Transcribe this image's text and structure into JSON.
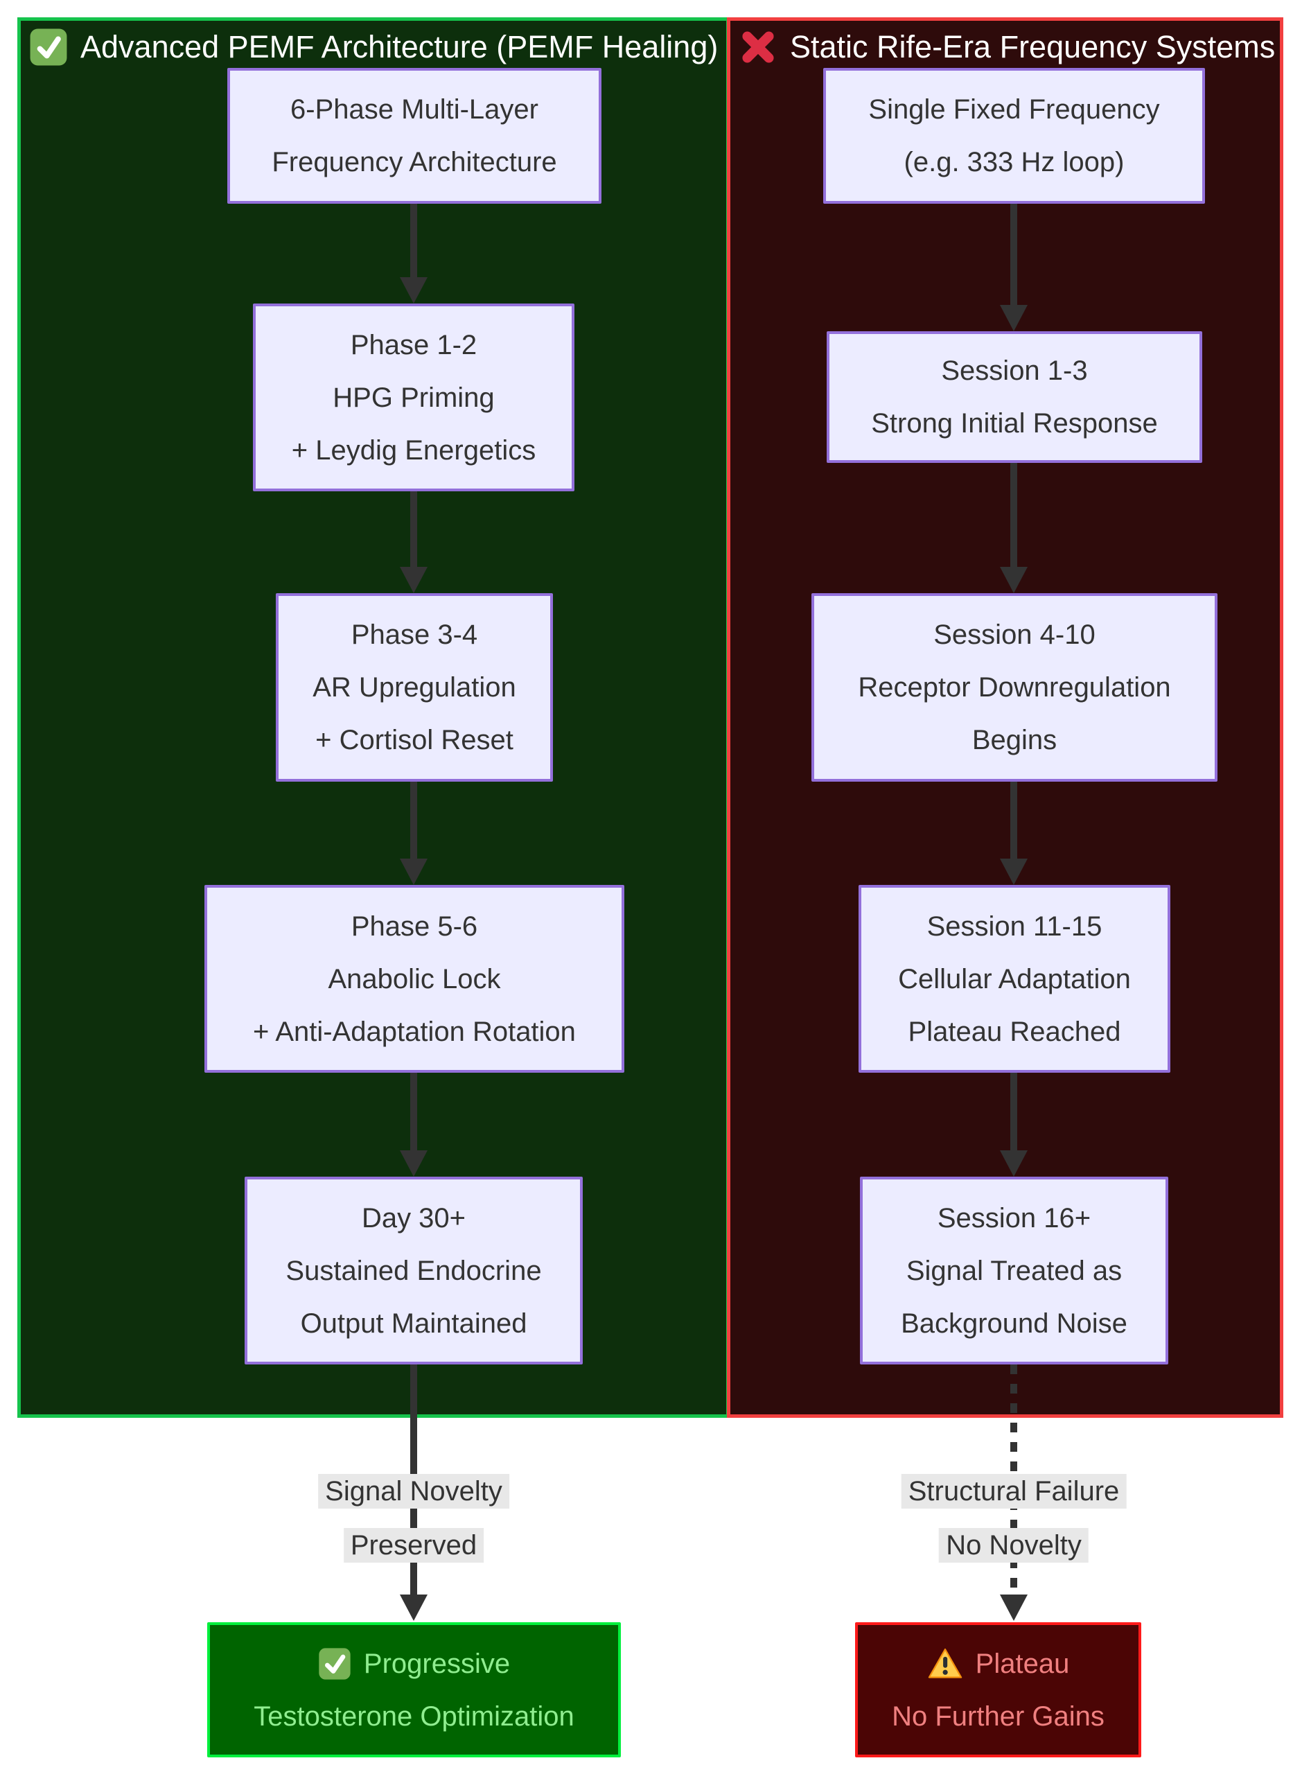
{
  "panels": {
    "left": {
      "title": "Advanced PEMF Architecture (PEMF Healing)",
      "title_icon": "check-mark",
      "nodes": [
        {
          "lines": [
            "6-Phase Multi-Layer",
            "Frequency Architecture"
          ]
        },
        {
          "lines": [
            "Phase 1-2",
            "HPG Priming",
            "+ Leydig Energetics"
          ]
        },
        {
          "lines": [
            "Phase 3-4",
            "AR Upregulation",
            "+ Cortisol Reset"
          ]
        },
        {
          "lines": [
            "Phase 5-6",
            "Anabolic Lock",
            "+ Anti-Adaptation Rotation"
          ]
        },
        {
          "lines": [
            "Day 30+",
            "Sustained Endocrine",
            "Output Maintained"
          ]
        }
      ],
      "edge_label": {
        "line1": "Signal Novelty",
        "line2": "Preserved"
      },
      "result": {
        "icon": "check-mark",
        "line1": "Progressive",
        "line2": "Testosterone Optimization"
      }
    },
    "right": {
      "title": "Static Rife-Era Frequency Systems",
      "title_icon": "cross-mark",
      "nodes": [
        {
          "lines": [
            "Single Fixed Frequency",
            "(e.g. 333 Hz loop)"
          ]
        },
        {
          "lines": [
            "Session 1-3",
            "Strong Initial Response"
          ]
        },
        {
          "lines": [
            "Session 4-10",
            "Receptor Downregulation",
            "Begins"
          ]
        },
        {
          "lines": [
            "Session 11-15",
            "Cellular Adaptation",
            "Plateau Reached"
          ]
        },
        {
          "lines": [
            "Session 16+",
            "Signal Treated as",
            "Background Noise"
          ]
        }
      ],
      "edge_label": {
        "line1": "Structural Failure",
        "line2": "No Novelty"
      },
      "result": {
        "icon": "warning",
        "line1": "Plateau",
        "line2": "No Further Gains"
      }
    }
  },
  "colors": {
    "left_panel_bg": "#0d2f0c",
    "left_panel_border": "#16c34c",
    "right_panel_bg": "#2e0b0b",
    "right_panel_border": "#f24040",
    "node_fill": "#ECECFF",
    "node_border": "#9370DB",
    "node_text": "#333333",
    "arrow": "#333333",
    "edge_label_bg": "#e8e8e8",
    "result_success_bg": "#006400",
    "result_success_border": "#00ef3c",
    "result_success_text": "#90EE90",
    "result_failure_bg": "#4b0505",
    "result_failure_border": "#ff1a1a",
    "result_failure_text": "#F08080"
  }
}
